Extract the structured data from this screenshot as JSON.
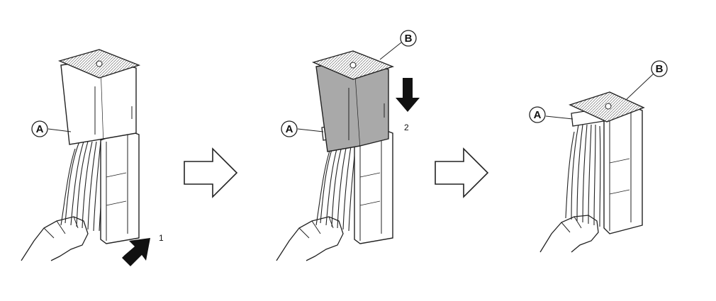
{
  "steps": [
    {
      "callouts": [
        "A"
      ],
      "arrow_number": "1"
    },
    {
      "callouts": [
        "B",
        "A"
      ],
      "arrow_number": "2"
    },
    {
      "callouts": [
        "B",
        "A"
      ]
    }
  ],
  "colors": {
    "line": "#222222",
    "part_fill": "#ffffff",
    "highlight_fill": "#a9a9a9",
    "arrow_fill": "#111111"
  },
  "icons": [
    "push-arrow-icon",
    "step-transition-arrow-icon"
  ]
}
